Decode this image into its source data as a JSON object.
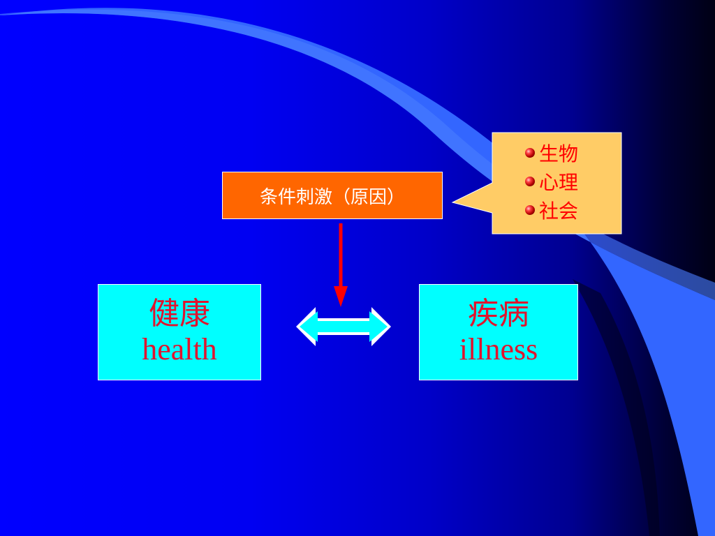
{
  "slide": {
    "cause_label": "条件刺激（原因）",
    "factors": [
      "生物",
      "心理",
      "社会"
    ],
    "health": {
      "zh": "健康",
      "en": "health"
    },
    "illness": {
      "zh": "疾病",
      "en": "illness"
    }
  },
  "colors": {
    "background": "#0000ff",
    "swoosh": "#3366ff",
    "cause_box": "#ff6600",
    "callout": "#ffcc66",
    "factor_text": "#ff0000",
    "state_box": "#00ffff",
    "state_text": "#e0142e",
    "down_arrow": "#ff0000"
  },
  "icons": {
    "factor_bullet": "red-ball-bullet-icon",
    "down_arrow": "red-down-arrow-icon",
    "double_arrow": "cyan-double-arrow-icon"
  }
}
